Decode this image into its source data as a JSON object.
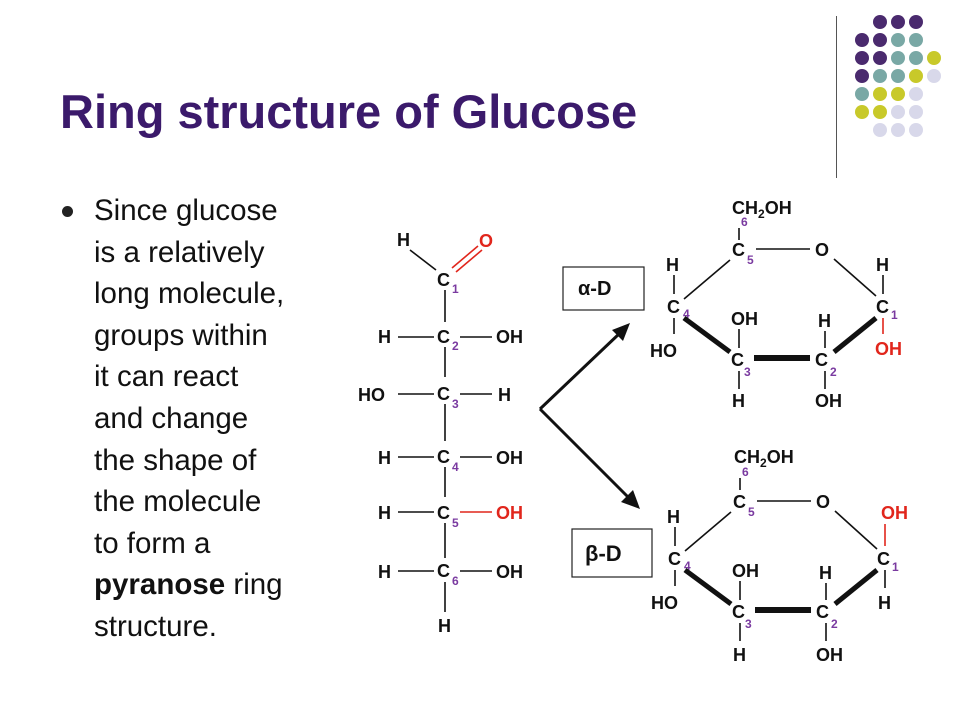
{
  "colors": {
    "title": "#3b1a6b",
    "purple_dot": "#4a2a6e",
    "teal_dot": "#79a8a5",
    "yellow_dot": "#c8c92a",
    "lavender_dot": "#d8d8ea",
    "red_highlight": "#e1261c",
    "black": "#111111"
  },
  "title": "Ring structure of Glucose",
  "bullet": {
    "lines": [
      "Since glucose",
      "is a relatively",
      "long molecule,",
      "groups within",
      "it can react",
      "and change",
      "the shape of",
      "the molecule",
      "to form a"
    ],
    "emphasis": "pyranose",
    "after_emphasis": " ring",
    "last_line": "structure."
  },
  "linear": {
    "aldehyde_h": "H",
    "aldehyde_o": "O",
    "c": "C",
    "rows": [
      {
        "num": "1"
      },
      {
        "num": "2",
        "left": "H",
        "right": "OH"
      },
      {
        "num": "3",
        "left": "HO",
        "right": "H"
      },
      {
        "num": "4",
        "left": "H",
        "right": "OH"
      },
      {
        "num": "5",
        "left": "H",
        "right": "OH"
      },
      {
        "num": "6",
        "left": "H",
        "right": "OH"
      }
    ],
    "bottom_h": "H"
  },
  "alpha": {
    "label_symbol": "α",
    "label_suffix": "-D",
    "ch2oh_prefix": "CH",
    "ch2oh_sub": "2",
    "ch2oh_suffix": "OH",
    "c6": "6",
    "c5": "5",
    "c4": "4",
    "c3": "3",
    "c2": "2",
    "c1": "1",
    "ring_o": "O",
    "c": "C",
    "h_c4": "H",
    "ho_c4": "HO",
    "h_c1": "H",
    "oh_c1": "OH",
    "oh_c3": "OH",
    "h_c3": "H",
    "h_c2": "H",
    "oh_c2": "OH"
  },
  "beta": {
    "label_symbol": "β",
    "label_suffix": "-D",
    "ch2oh_prefix": "CH",
    "ch2oh_sub": "2",
    "ch2oh_suffix": "OH",
    "c6": "6",
    "c5": "5",
    "c4": "4",
    "c3": "3",
    "c2": "2",
    "c1": "1",
    "ring_o": "O",
    "c": "C",
    "h_c4": "H",
    "ho_c4": "HO",
    "oh_c1": "OH",
    "h_c1": "H",
    "oh_c3": "OH",
    "h_c3": "H",
    "h_c2": "H",
    "oh_c2": "OH"
  }
}
